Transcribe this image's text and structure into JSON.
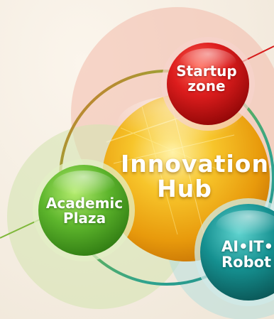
{
  "hub": {
    "line1": "Innovation",
    "line2": "Hub",
    "color": "#f0a81a"
  },
  "nodes": {
    "startup": {
      "line1": "Startup",
      "line2": "zone",
      "color": "#d61a1a"
    },
    "academic": {
      "line1": "Academic",
      "line2": "Plaza",
      "color": "#5fb52e"
    },
    "ai": {
      "line1": "AI•IT•",
      "line2": "Robot",
      "color": "#138a8a"
    }
  },
  "palette": {
    "background": "#f4ece0",
    "pink_halo": "#f3c4b8",
    "green_halo": "#d9e8b8",
    "teal_halo": "#bfe2e2"
  }
}
